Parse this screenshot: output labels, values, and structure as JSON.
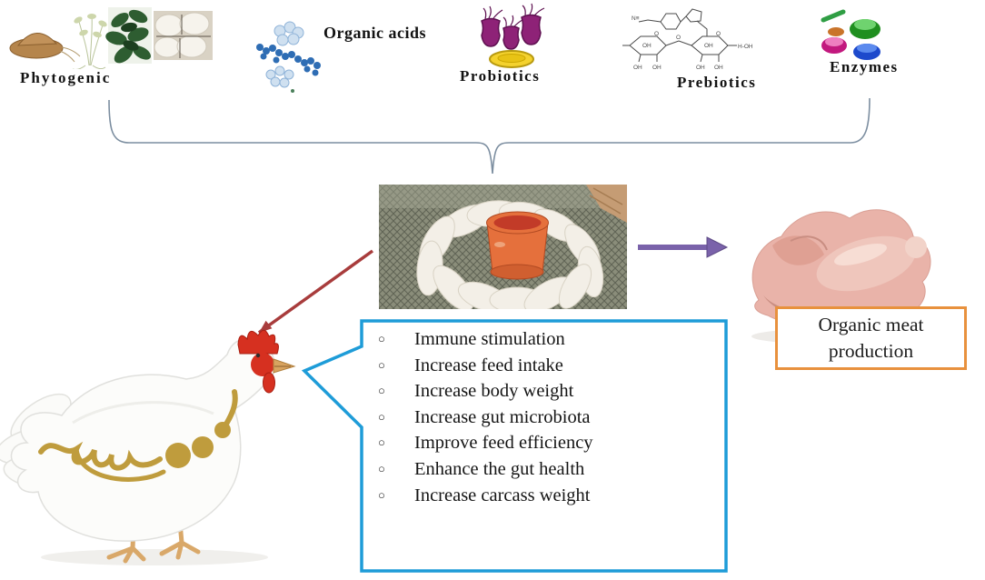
{
  "additives": {
    "phytogenic": {
      "label": "Phytogenic",
      "icon": "herbs-photos-icon"
    },
    "organic_acids": {
      "label": "Organic acids",
      "icon": "molecule-cluster-icon"
    },
    "probiotics": {
      "label": "Probiotics",
      "icon": "bacteria-cells-icon"
    },
    "prebiotics": {
      "label": "Prebiotics",
      "icon": "oligosaccharide-structure-icon"
    },
    "enzymes": {
      "label": "Enzymes",
      "icon": "enzyme-shapes-icon"
    }
  },
  "center_image": {
    "icon": "broiler-chickens-around-feeder-photo"
  },
  "outcome": {
    "label": "Organic meat production",
    "icon": "raw-chicken-carcass-image"
  },
  "chicken_illustration": {
    "icon": "hen-with-gut-illustration"
  },
  "benefits": {
    "bullet": "○",
    "items": [
      "Immune stimulation",
      "Increase feed intake",
      "Increase body weight",
      "Increase gut microbiota",
      "Improve feed efficiency",
      "Enhance the gut health",
      "Increase carcass weight"
    ]
  },
  "colors": {
    "benefits_box_border": "#1e9cd8",
    "outcome_box_border": "#e8913d",
    "forward_arrow": "#7a62aa",
    "feedback_arrow": "#a83c3c",
    "brace_line": "#7c8ea0",
    "gut_gold": "#bf9c3d",
    "feeder_orange": "#e5703c"
  }
}
